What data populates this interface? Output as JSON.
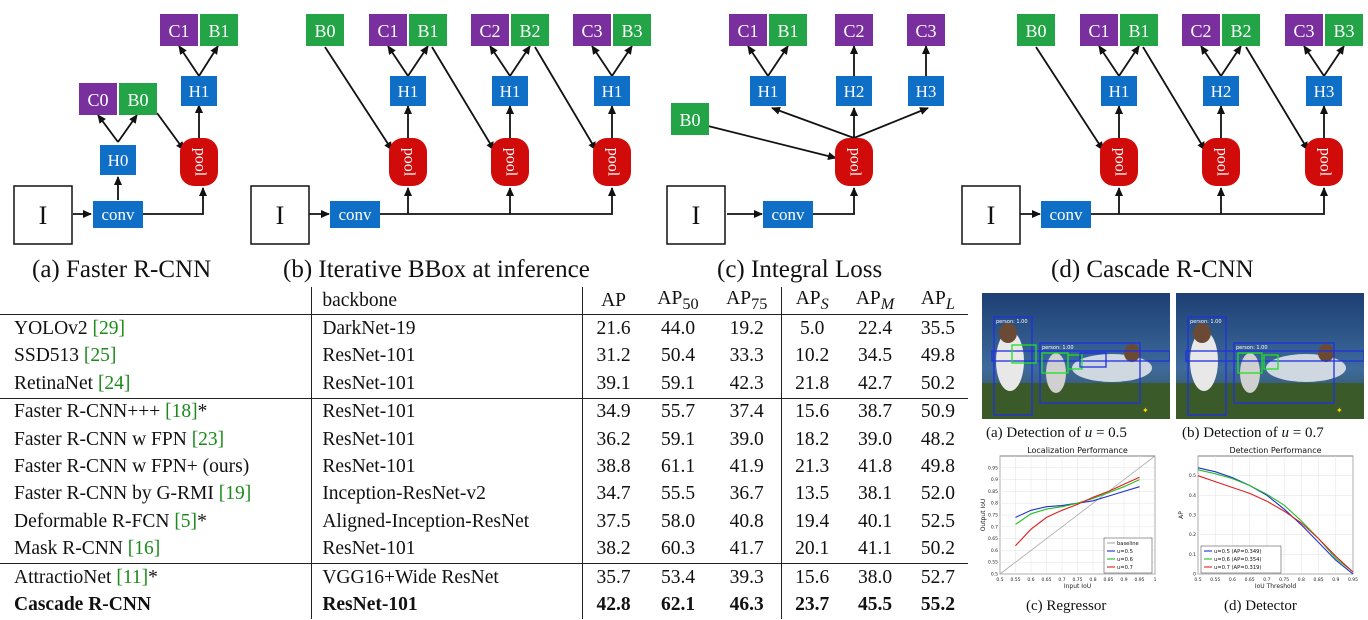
{
  "diagrams": {
    "a": {
      "caption": "(a) Faster R-CNN",
      "nodes": {
        "I": "I",
        "conv": "conv",
        "H0": "H0",
        "C0": "C0",
        "B0": "B0",
        "pool": "pool",
        "H1": "H1",
        "C1": "C1",
        "B1": "B1"
      }
    },
    "b": {
      "caption": "(b) Iterative BBox at inference",
      "nodes": {
        "I": "I",
        "conv": "conv",
        "B0": "B0",
        "pool": "pool",
        "H1a": "H1",
        "C1": "C1",
        "B1": "B1",
        "H1b": "H1",
        "C2": "C2",
        "B2": "B2",
        "H1c": "H1",
        "C3": "C3",
        "B3": "B3"
      }
    },
    "c": {
      "caption": "(c) Integral Loss",
      "nodes": {
        "I": "I",
        "conv": "conv",
        "B0": "B0",
        "pool": "pool",
        "H1": "H1",
        "H2": "H2",
        "H3": "H3",
        "C1": "C1",
        "B1": "B1",
        "C2": "C2",
        "C3": "C3"
      }
    },
    "d": {
      "caption": "(d) Cascade R-CNN",
      "nodes": {
        "I": "I",
        "conv": "conv",
        "B0": "B0",
        "pool": "pool",
        "H1": "H1",
        "H2": "H2",
        "H3": "H3",
        "C1": "C1",
        "B1": "B1",
        "C2": "C2",
        "B2": "B2",
        "C3": "C3",
        "B3": "B3"
      }
    }
  },
  "table": {
    "headers": {
      "backbone": "backbone",
      "AP": "AP",
      "AP50": "50",
      "AP75": "75",
      "APS": "S",
      "APM": "M",
      "APL": "L"
    },
    "rows": [
      {
        "method": "YOLOv2 ",
        "ref": "[29]",
        "suffix": "",
        "backbone": "DarkNet-19",
        "v": [
          "21.6",
          "44.0",
          "19.2",
          "5.0",
          "22.4",
          "35.5"
        ]
      },
      {
        "method": "SSD513 ",
        "ref": "[25]",
        "suffix": "",
        "backbone": "ResNet-101",
        "v": [
          "31.2",
          "50.4",
          "33.3",
          "10.2",
          "34.5",
          "49.8"
        ]
      },
      {
        "method": "RetinaNet ",
        "ref": "[24]",
        "suffix": "",
        "backbone": "ResNet-101",
        "v": [
          "39.1",
          "59.1",
          "42.3",
          "21.8",
          "42.7",
          "50.2"
        ]
      },
      {
        "method": "Faster R-CNN+++ ",
        "ref": "[18]",
        "suffix": "*",
        "backbone": "ResNet-101",
        "v": [
          "34.9",
          "55.7",
          "37.4",
          "15.6",
          "38.7",
          "50.9"
        ]
      },
      {
        "method": "Faster R-CNN w FPN ",
        "ref": "[23]",
        "suffix": "",
        "backbone": "ResNet-101",
        "v": [
          "36.2",
          "59.1",
          "39.0",
          "18.2",
          "39.0",
          "48.2"
        ]
      },
      {
        "method": "Faster R-CNN w FPN+ (ours)",
        "ref": "",
        "suffix": "",
        "backbone": "ResNet-101",
        "v": [
          "38.8",
          "61.1",
          "41.9",
          "21.3",
          "41.8",
          "49.8"
        ]
      },
      {
        "method": "Faster R-CNN by G-RMI ",
        "ref": "[19]",
        "suffix": "",
        "backbone": "Inception-ResNet-v2",
        "v": [
          "34.7",
          "55.5",
          "36.7",
          "13.5",
          "38.1",
          "52.0"
        ]
      },
      {
        "method": "Deformable R-FCN ",
        "ref": "[5]",
        "suffix": "*",
        "backbone": "Aligned-Inception-ResNet",
        "v": [
          "37.5",
          "58.0",
          "40.8",
          "19.4",
          "40.1",
          "52.5"
        ]
      },
      {
        "method": "Mask R-CNN ",
        "ref": "[16]",
        "suffix": "",
        "backbone": "ResNet-101",
        "v": [
          "38.2",
          "60.3",
          "41.7",
          "20.1",
          "41.1",
          "50.2"
        ]
      },
      {
        "method": "AttractioNet ",
        "ref": "[11]",
        "suffix": "*",
        "backbone": "VGG16+Wide ResNet",
        "v": [
          "35.7",
          "53.4",
          "39.3",
          "15.6",
          "38.0",
          "52.7"
        ]
      },
      {
        "method": "Cascade R-CNN",
        "ref": "",
        "suffix": "",
        "backbone": "ResNet-101",
        "v": [
          "42.8",
          "62.1",
          "46.3",
          "23.7",
          "45.5",
          "55.2"
        ]
      }
    ]
  },
  "detections": {
    "a": {
      "caption_prefix": "(a) Detection of ",
      "var": "u",
      "value": " = 0.5"
    },
    "b": {
      "caption_prefix": "(b) Detection of ",
      "var": "u",
      "value": " = 0.7"
    },
    "labels": {
      "person": "person: 1.00"
    }
  },
  "chart_data": [
    {
      "type": "line",
      "title": "Localization Performance",
      "caption": "(c) Regressor",
      "xlabel": "Input IoU",
      "ylabel": "Output IoU",
      "xlim": [
        0.5,
        1.0
      ],
      "ylim": [
        0.5,
        1.0
      ],
      "xticks": [
        "0.5",
        "0.55",
        "0.6",
        "0.65",
        "0.7",
        "0.75",
        "0.8",
        "0.85",
        "0.9",
        "0.95",
        "1"
      ],
      "yticks": [
        "0.5",
        "0.55",
        "0.6",
        "0.65",
        "0.7",
        "0.75",
        "0.8",
        "0.85",
        "0.9",
        "0.95"
      ],
      "grid": true,
      "legend": "bottom-right",
      "series": [
        {
          "name": "baseline",
          "color": "#aaaaaa",
          "x": [
            0.5,
            1.0
          ],
          "y": [
            0.5,
            1.0
          ]
        },
        {
          "name": "u=0.5",
          "color": "#1f2fd0",
          "x": [
            0.55,
            0.6,
            0.65,
            0.7,
            0.75,
            0.8,
            0.85,
            0.9,
            0.95
          ],
          "y": [
            0.74,
            0.77,
            0.785,
            0.79,
            0.8,
            0.81,
            0.83,
            0.85,
            0.87
          ]
        },
        {
          "name": "u=0.6",
          "color": "#20c020",
          "x": [
            0.55,
            0.6,
            0.65,
            0.7,
            0.75,
            0.8,
            0.85,
            0.9,
            0.95
          ],
          "y": [
            0.71,
            0.755,
            0.775,
            0.785,
            0.8,
            0.82,
            0.845,
            0.87,
            0.9
          ]
        },
        {
          "name": "u=0.7",
          "color": "#e02020",
          "x": [
            0.55,
            0.6,
            0.65,
            0.7,
            0.75,
            0.8,
            0.85,
            0.9,
            0.95
          ],
          "y": [
            0.62,
            0.69,
            0.74,
            0.77,
            0.795,
            0.825,
            0.85,
            0.88,
            0.91
          ]
        }
      ]
    },
    {
      "type": "line",
      "title": "Detection Performance",
      "caption": "(d) Detector",
      "xlabel": "IoU Threshold",
      "ylabel": "AP",
      "xlim": [
        0.5,
        0.95
      ],
      "ylim": [
        0,
        0.6
      ],
      "xticks": [
        "0.5",
        "0.55",
        "0.6",
        "0.65",
        "0.7",
        "0.75",
        "0.8",
        "0.85",
        "0.9",
        "0.95"
      ],
      "yticks": [
        "0",
        "0.1",
        "0.2",
        "0.3",
        "0.4",
        "0.5"
      ],
      "grid": true,
      "legend": "bottom-left",
      "series": [
        {
          "name": "u=0.5 (AP=0.349)",
          "color": "#1f2fd0",
          "x": [
            0.5,
            0.55,
            0.6,
            0.65,
            0.7,
            0.75,
            0.8,
            0.85,
            0.9,
            0.95
          ],
          "y": [
            0.54,
            0.52,
            0.49,
            0.45,
            0.4,
            0.33,
            0.25,
            0.16,
            0.07,
            0.0
          ]
        },
        {
          "name": "u=0.6 (AP=0.354)",
          "color": "#20c020",
          "x": [
            0.5,
            0.55,
            0.6,
            0.65,
            0.7,
            0.75,
            0.8,
            0.85,
            0.9,
            0.95
          ],
          "y": [
            0.53,
            0.51,
            0.485,
            0.45,
            0.405,
            0.35,
            0.27,
            0.18,
            0.08,
            0.01
          ]
        },
        {
          "name": "u=0.7 (AP=0.319)",
          "color": "#e02020",
          "x": [
            0.5,
            0.55,
            0.6,
            0.65,
            0.7,
            0.75,
            0.8,
            0.85,
            0.9,
            0.95
          ],
          "y": [
            0.5,
            0.47,
            0.44,
            0.41,
            0.37,
            0.32,
            0.26,
            0.18,
            0.09,
            0.01
          ]
        }
      ]
    }
  ],
  "colors": {
    "head": "#0f6fc6",
    "cls": "#7a2f9f",
    "box": "#22a447",
    "pool": "#d10a0a"
  }
}
